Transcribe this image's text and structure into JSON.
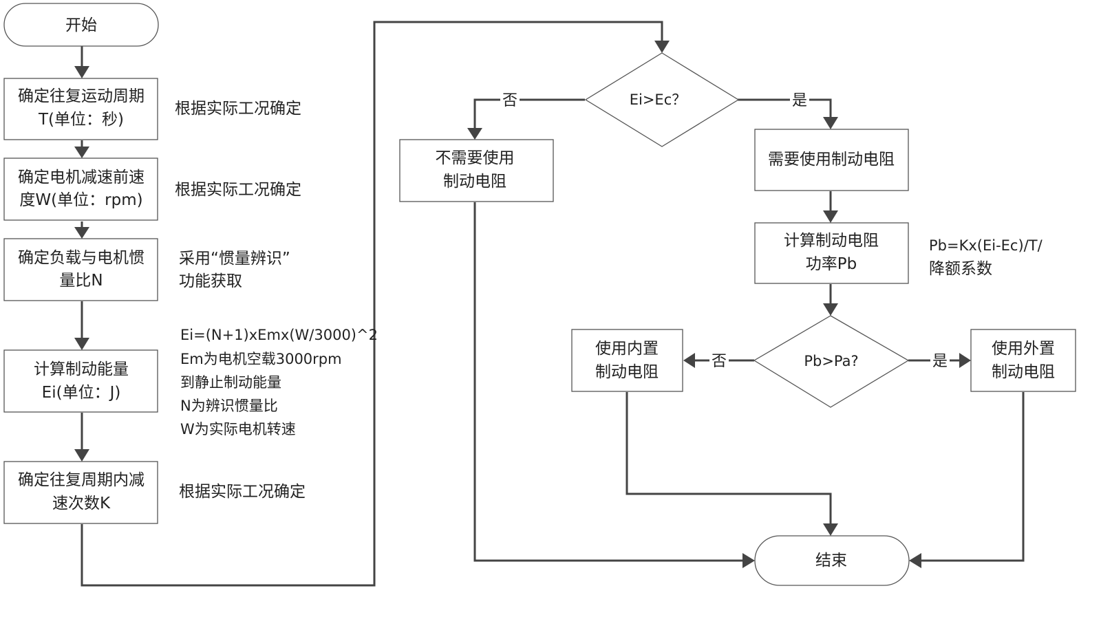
{
  "flow": {
    "start": "开始",
    "end": "结束",
    "steps": {
      "period": [
        "确定往复运动周期",
        "T(单位：秒)"
      ],
      "speed": [
        "确定电机减速前速",
        "度W(单位：rpm)"
      ],
      "inertia": [
        "确定负载与电机惯",
        "量比N"
      ],
      "energy": [
        "计算制动能量",
        "Ei(单位：J)"
      ],
      "decel": [
        "确定往复周期内减",
        "速次数K"
      ],
      "no_resistor": [
        "不需要使用",
        "制动电阻"
      ],
      "need_resistor": [
        "需要使用制动电阻"
      ],
      "calc_power": [
        "计算制动电阻",
        "功率Pb"
      ],
      "internal": [
        "使用内置",
        "制动电阻"
      ],
      "external": [
        "使用外置",
        "制动电阻"
      ]
    },
    "decisions": {
      "energy_check": "Ei>Ec？",
      "power_check": "Pb>Pa?"
    },
    "branch_labels": {
      "no": "否",
      "yes": "是"
    }
  },
  "notes": {
    "period": [
      "根据实际工况确定"
    ],
    "speed": [
      "根据实际工况确定"
    ],
    "inertia": [
      "采用“惯量辨识”",
      "功能获取"
    ],
    "energy": [
      "Ei=(N+1)xEmx(W/3000)^2",
      "Em为电机空载3000rpm",
      "到静止制动能量",
      "N为辨识惯量比",
      "W为实际电机转速"
    ],
    "decel": [
      "根据实际工况确定"
    ],
    "power": [
      "Pb=Kx(Ei-Ec)/T/",
      "降额系数"
    ]
  }
}
